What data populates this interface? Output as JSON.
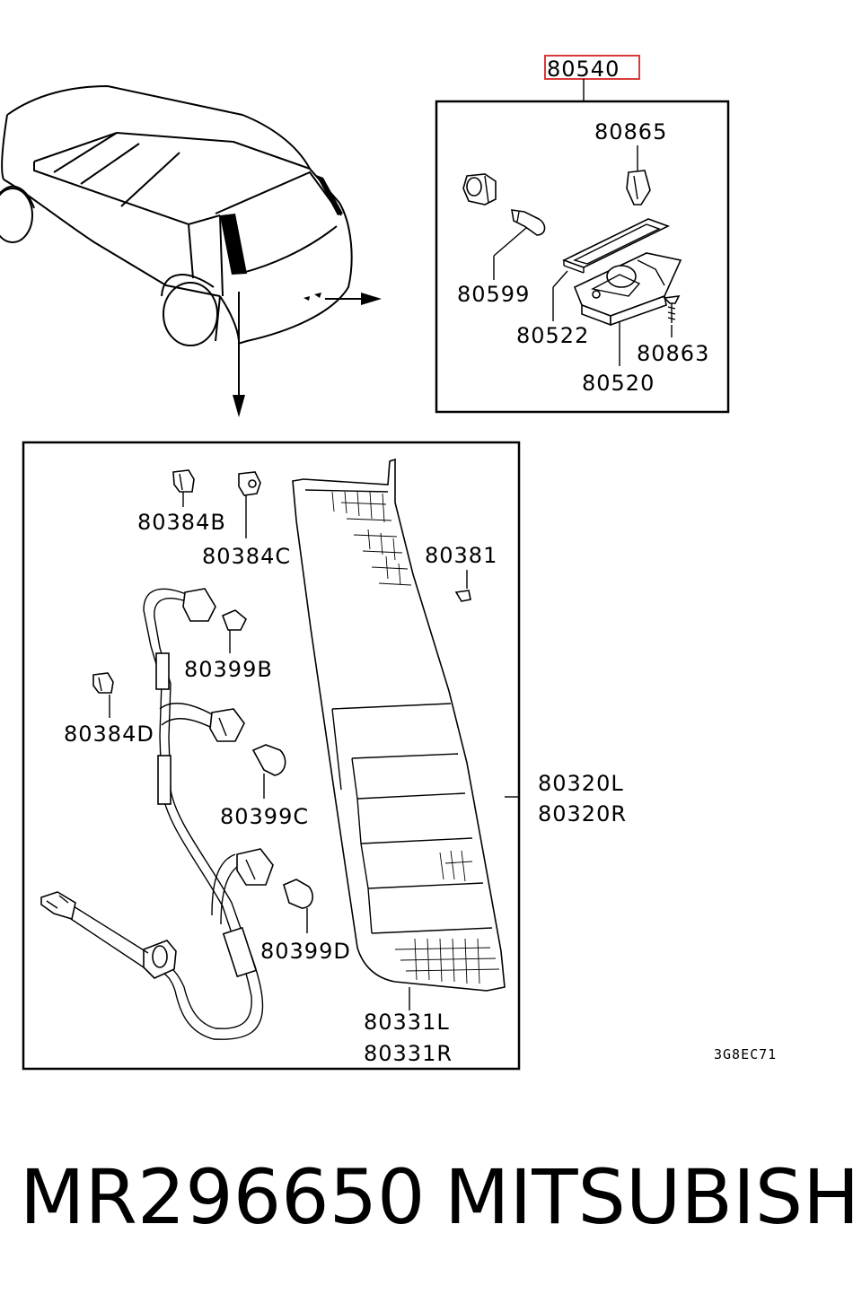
{
  "callouts": {
    "assembly": "80540",
    "c80865": "80865",
    "c80599": "80599",
    "c80522": "80522",
    "c80863": "80863",
    "c80520": "80520",
    "c80384b": "80384B",
    "c80384c": "80384C",
    "c80381": "80381",
    "c80399b": "80399B",
    "c80384d": "80384D",
    "c80320l": "80320L",
    "c80320r": "80320R",
    "c80399c": "80399C",
    "c80399d": "80399D",
    "c80331l": "80331L",
    "c80331r": "80331R"
  },
  "diagram_code": "3G8EC71",
  "footer": {
    "part_number": "MR296650",
    "brand": "MITSUBISHI"
  },
  "colors": {
    "highlight_box": "#d83b3b",
    "line": "#000000"
  }
}
